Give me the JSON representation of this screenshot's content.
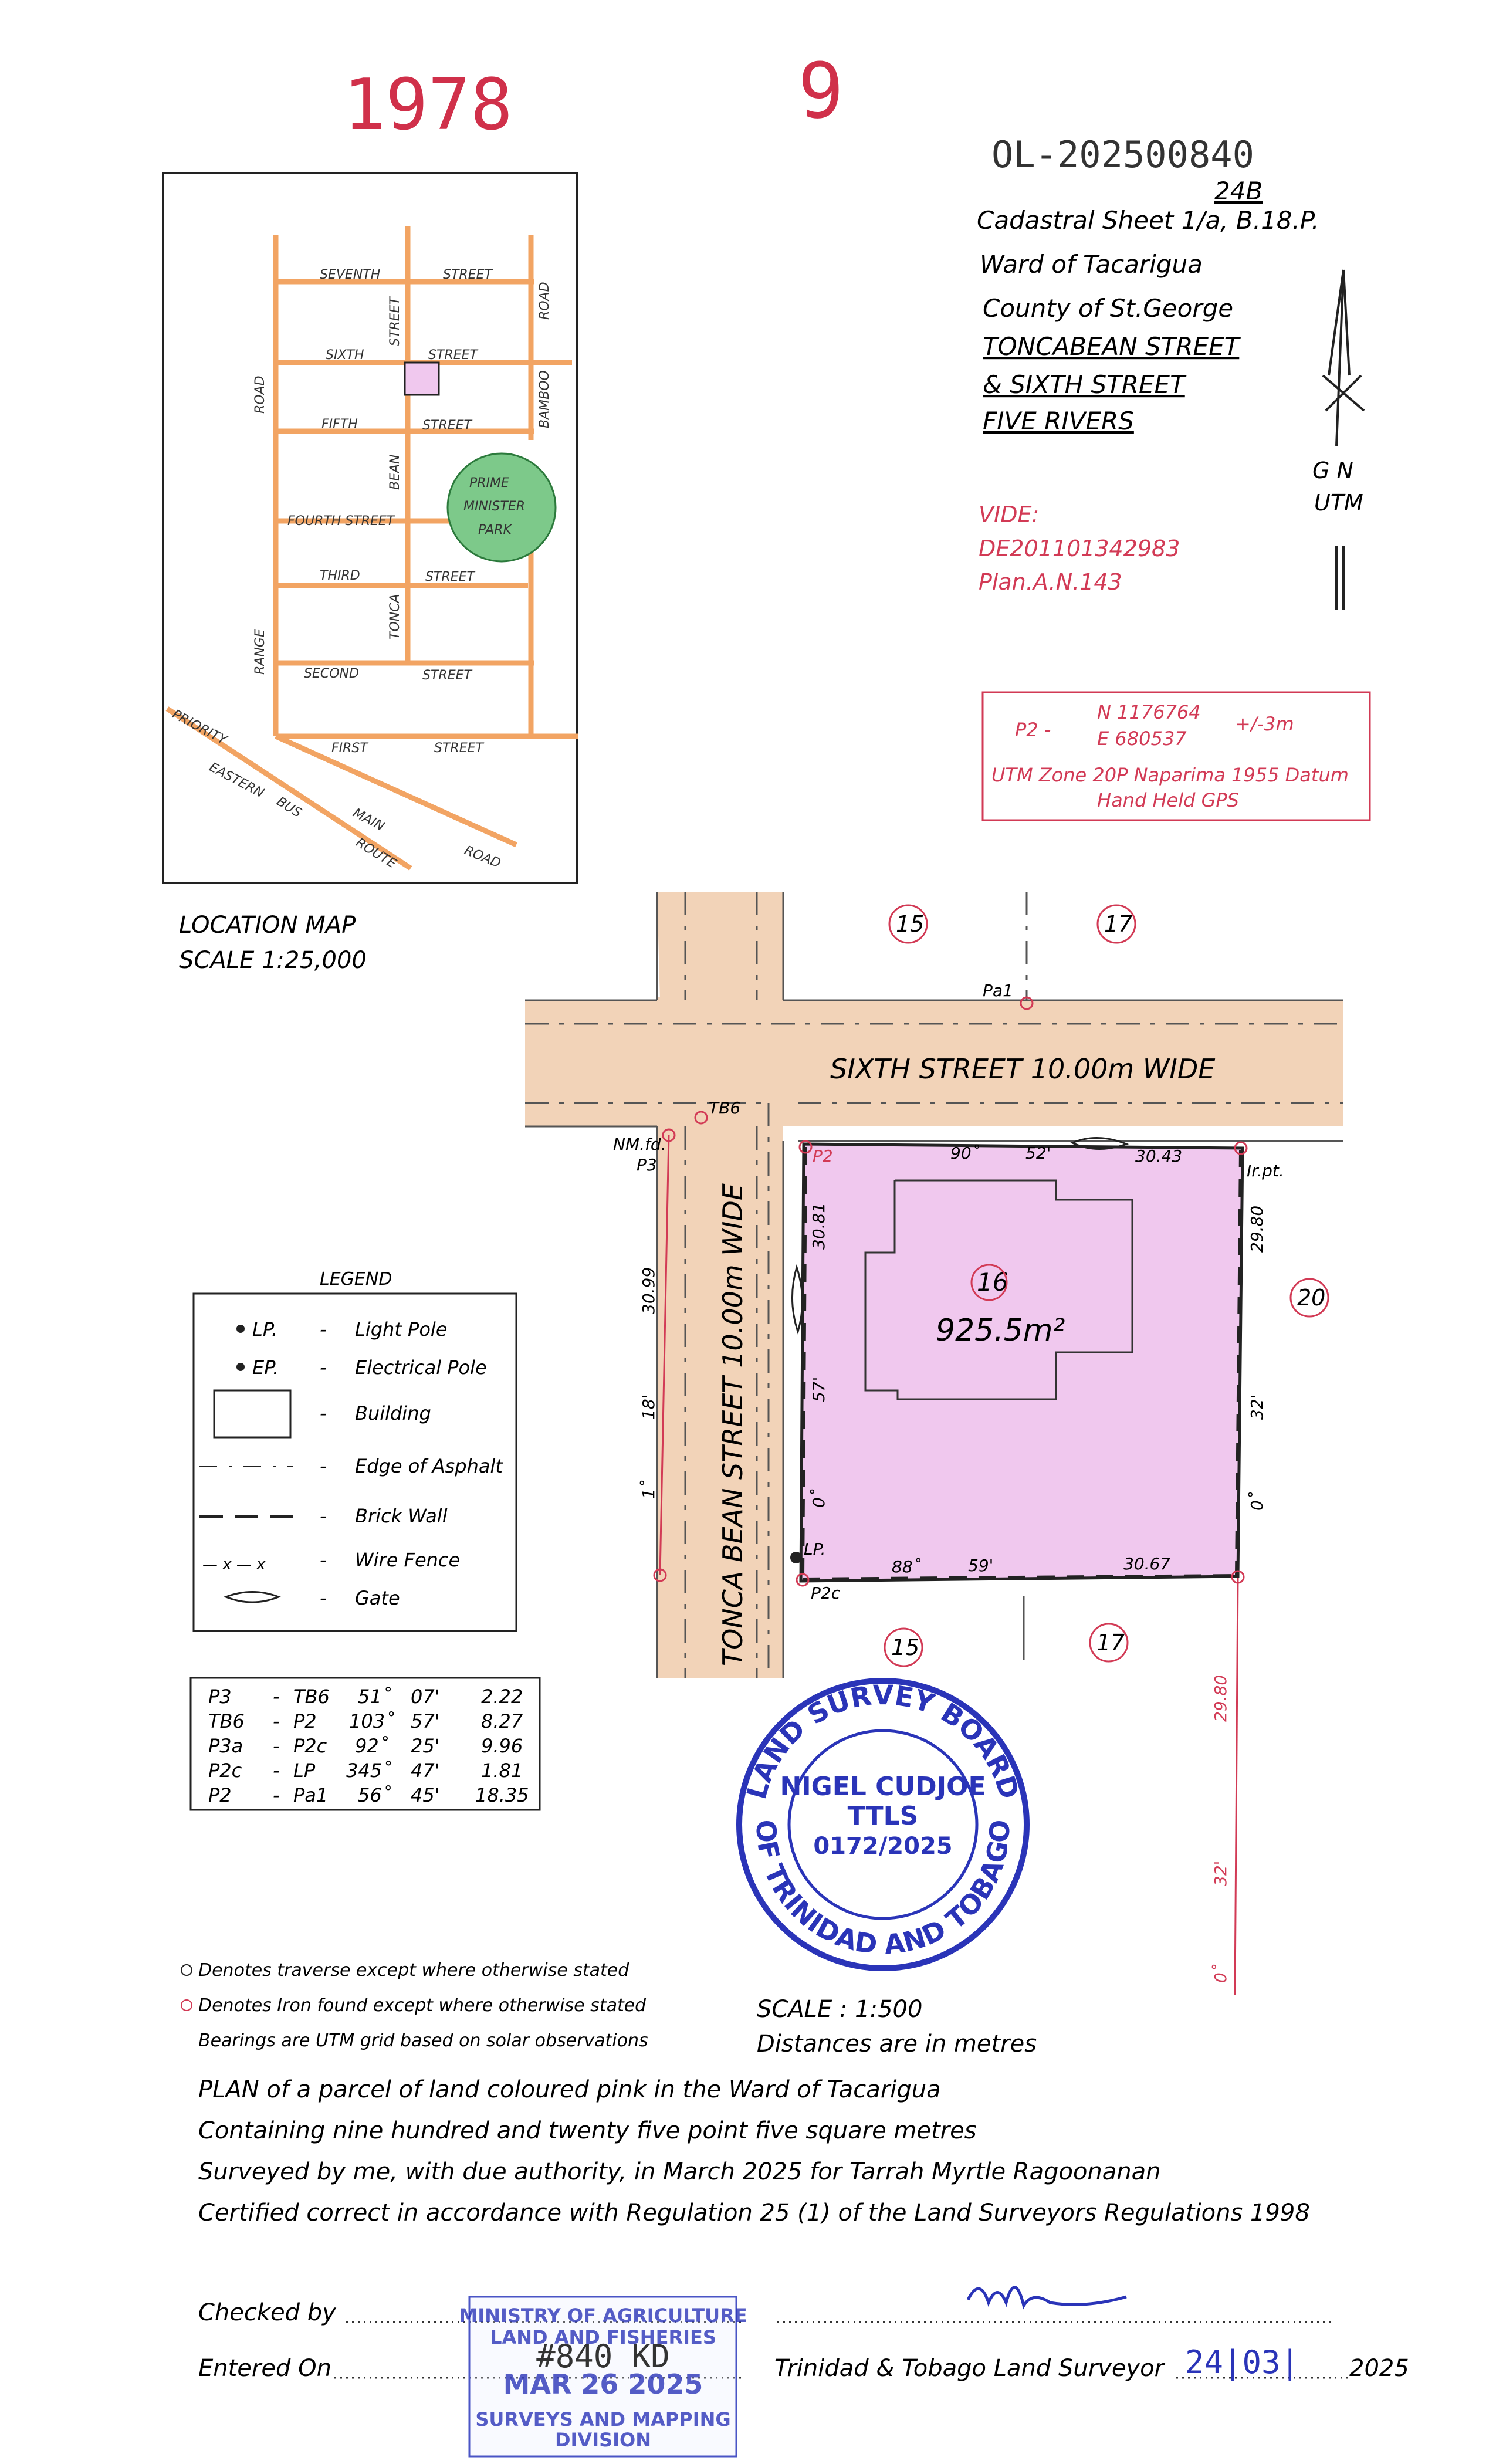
{
  "header": {
    "file_number": "1978",
    "sheet_no": "9",
    "ol_number": "OL-202500840",
    "sheet_code": "24B"
  },
  "title_block": {
    "lines": [
      "Cadastral Sheet 1/a, B.18.P.",
      "Ward of Tacarigua",
      "County of St.George"
    ],
    "underlined": [
      "TONCABEAN STREET",
      "& SIXTH STREET",
      "FIVE RIVERS"
    ]
  },
  "north_arrow": {
    "gn": "G N",
    "utm": "UTM"
  },
  "vide": {
    "label": "VIDE:",
    "lines": [
      "DE201101342983",
      "Plan.A.N.143"
    ]
  },
  "gps_box": {
    "station": "P2 -",
    "n": "N  1176764",
    "e": "E   680537",
    "accuracy": "+/-3m",
    "datum": "UTM Zone 20P Naparima 1955 Datum",
    "method": "Hand Held GPS"
  },
  "location_map": {
    "title": "LOCATION MAP",
    "scale": "SCALE  1:25,000",
    "labels": {
      "seventh": "SEVENTH",
      "street_a": "STREET",
      "sixth": "SIXTH",
      "street_b": "STREET",
      "fifth": "FIFTH",
      "street_c": "STREET",
      "fourth": "FOURTH STREET",
      "third": "THIRD",
      "street_d": "STREET",
      "second": "SECOND",
      "street_e": "STREET",
      "first": "FIRST",
      "street_f": "STREET",
      "road_left": "ROAD",
      "range": "RANGE",
      "bean": "BEAN",
      "tonca": "TONCA",
      "street_vert": "STREET",
      "road_right": "ROAD",
      "bamboo": "BAMBOO",
      "park1": "PRIME",
      "park2": "MINISTER",
      "park3": "PARK",
      "priority": "PRIORITY",
      "eastern": "EASTERN",
      "bus": "BUS",
      "route": "ROUTE",
      "main": "MAIN",
      "road_diag": "ROAD"
    }
  },
  "plan": {
    "sixth_street": "SIXTH  STREET  10.00m  WIDE",
    "tonca_street": "TONCA  BEAN  STREET  10.00m  WIDE",
    "parcel_no": "16",
    "area": "925.5m²",
    "neighbours": {
      "n_left": "15",
      "n_right": "17",
      "east": "20",
      "s_left": "15",
      "s_right": "17"
    },
    "points": {
      "pa1": "Pa1",
      "tb6": "TB6",
      "nmfd": "NM.fd.",
      "p3": "P3",
      "p2": "P2",
      "irpt": "Ir.pt.",
      "lp": "LP.",
      "p2c": "P2c"
    },
    "dims": {
      "top_bearing_d": "90˚",
      "top_bearing_m": "52'",
      "top_dist": "30.43",
      "east_dist": "29.80",
      "east_min": "32'",
      "east_deg": "0˚",
      "bot_deg": "88˚",
      "bot_min": "59'",
      "bot_dist": "30.67",
      "west_dist": "30.81",
      "west_min": "57'",
      "west_deg": "0˚",
      "p3_dist": "30.99",
      "p3_min": "18'",
      "p3_deg": "1˚",
      "ext_dist": "29.80",
      "ext_min": "32'",
      "ext_deg": "0˚"
    }
  },
  "legend": {
    "title": "LEGEND",
    "items": [
      {
        "sym": "LP.",
        "desc": "Light Pole"
      },
      {
        "sym": "EP.",
        "desc": "Electrical Pole"
      },
      {
        "sym": "",
        "desc": "Building"
      },
      {
        "sym": "",
        "desc": "Edge of Asphalt"
      },
      {
        "sym": "",
        "desc": "Brick Wall"
      },
      {
        "sym": "",
        "desc": "Wire Fence"
      },
      {
        "sym": "",
        "desc": "Gate"
      }
    ]
  },
  "traverse_table": [
    {
      "from": "P3",
      "to": "TB6",
      "deg": "51˚",
      "min": "07'",
      "dist": "2.22"
    },
    {
      "from": "TB6",
      "to": "P2",
      "deg": "103˚",
      "min": "57'",
      "dist": "8.27"
    },
    {
      "from": "P3a",
      "to": "P2c",
      "deg": "92˚",
      "min": "25'",
      "dist": "9.96"
    },
    {
      "from": "P2c",
      "to": "LP",
      "deg": "345˚",
      "min": "47'",
      "dist": "1.81"
    },
    {
      "from": "P2",
      "to": "Pa1",
      "deg": "56˚",
      "min": "45'",
      "dist": "18.35"
    }
  ],
  "seal": {
    "top": "LAND SURVEY BOARD",
    "bottom": "OF TRINIDAD AND TOBAGO",
    "name": "NIGEL CUDJOE",
    "title": "TTLS",
    "number": "0172/2025"
  },
  "notes": {
    "traverse": "Denotes traverse except where otherwise stated",
    "iron": "Denotes Iron found except where otherwise stated",
    "bearings": "Bearings are UTM grid based on solar observations",
    "scale": "SCALE  :  1:500",
    "distances": "Distances are in metres"
  },
  "certification": [
    "PLAN  of  a  parcel  of  land  coloured  pink  in  the  Ward  of  Tacarigua",
    "Containing  nine  hundred  and  twenty  five  point  five  square  metres",
    "Surveyed  by  me,  with  due  authority,  in  March  2025  for  Tarrah  Myrtle  Ragoonanan",
    "Certified  correct  in  accordance  with  Regulation  25  (1)  of  the  Land  Surveyors  Regulations  1998"
  ],
  "footer": {
    "checked": "Checked  by",
    "entered": "Entered  On",
    "surveyor": "Trinidad  &  Tobago  Land  Surveyor",
    "date_hand": "24|03|",
    "year": "2025",
    "ministry": {
      "line1": "MINISTRY OF AGRICULTURE",
      "line2": "LAND AND FISHERIES",
      "ref": "#840 KD",
      "date": "MAR 26 2025",
      "line3": "SURVEYS AND MAPPING",
      "line4": "DIVISION"
    }
  },
  "colors": {
    "pink_fill": "#f0c8ee",
    "road_fill": "#f2d3b8",
    "map_road": "#f2a463",
    "park": "#7dc98a",
    "red": "#d23a55",
    "stamp_blue": "#2a34b8"
  }
}
